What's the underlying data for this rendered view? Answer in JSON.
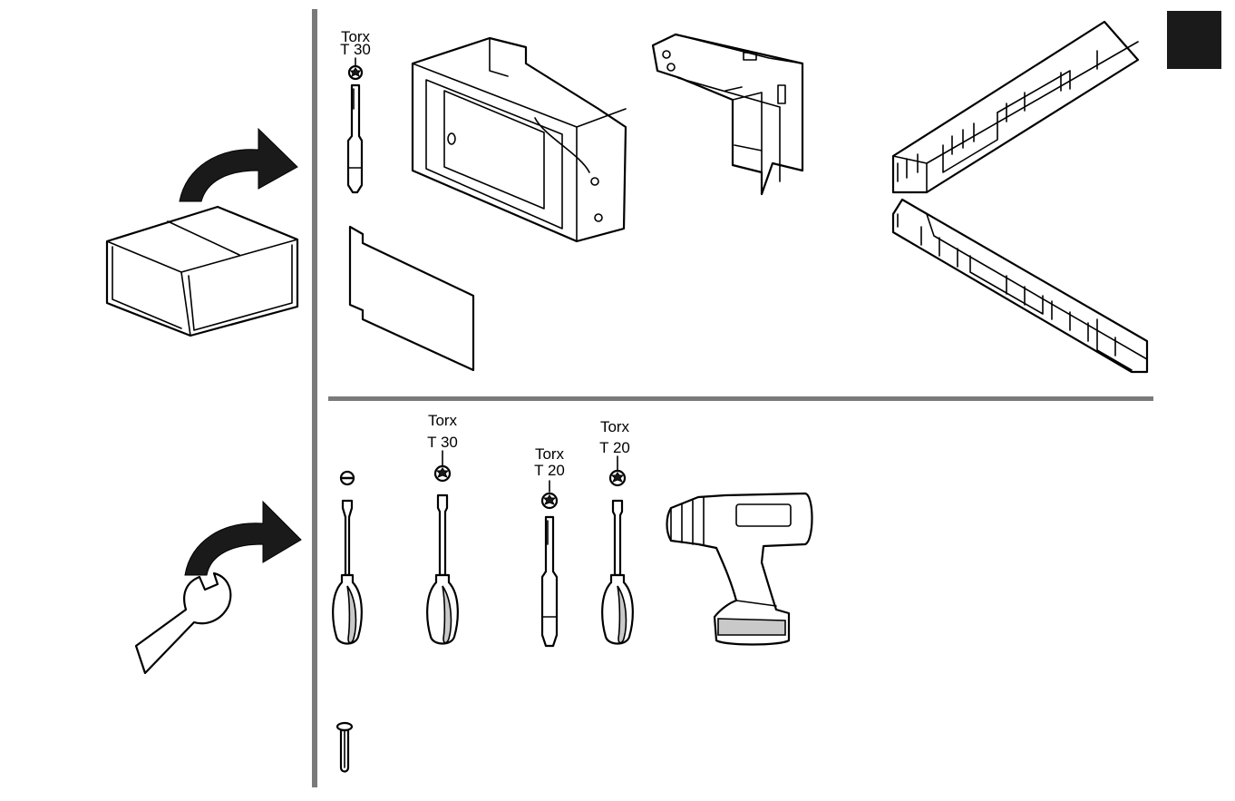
{
  "tool_labels": {
    "bit_top_type": "Torx",
    "bit_top_size": "T 30",
    "driver_t30_type": "Torx",
    "driver_t30_size": "T 30",
    "bit_t20_type": "Torx",
    "bit_t20_size": "T 20",
    "driver_t20_type": "Torx",
    "driver_t20_size": "T 20"
  },
  "icons": {
    "package": "package-box-icon",
    "package_arrow": "curved-arrow-icon",
    "tools": "wrench-icon",
    "tools_arrow": "curved-arrow-icon"
  },
  "colors": {
    "divider": "#7a7a7a",
    "language_tab": "#1a1a1a"
  }
}
